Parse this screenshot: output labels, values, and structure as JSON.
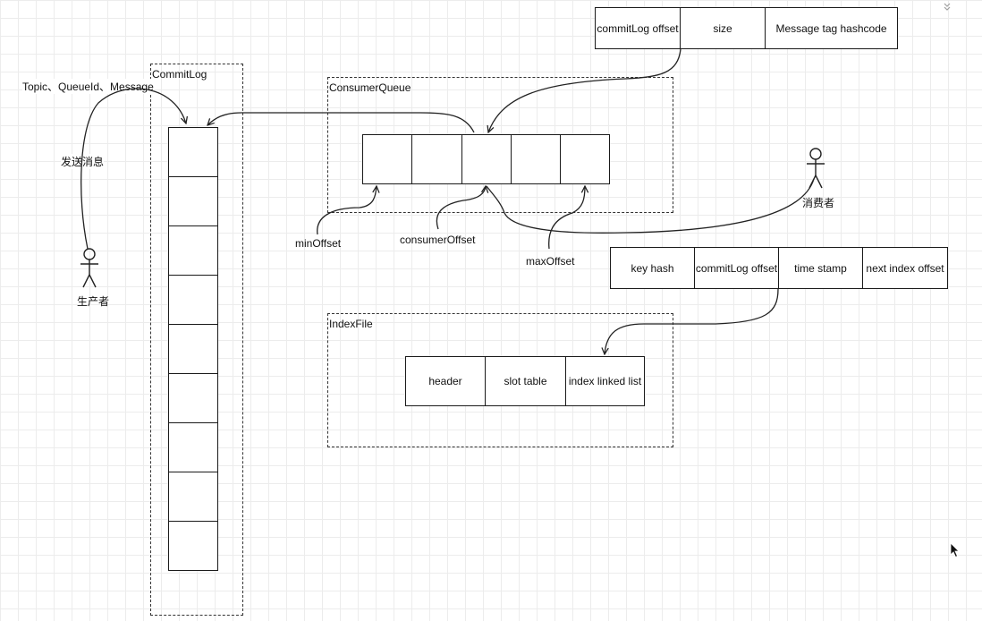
{
  "commitlog": {
    "title": "CommitLog",
    "input_label": "Topic、QueueId、Message",
    "send_label": "发送消息"
  },
  "producer": {
    "label": "生产者"
  },
  "consumer": {
    "label": "消费者"
  },
  "consumer_queue": {
    "title": "ConsumerQueue",
    "offsets": {
      "min": "minOffset",
      "consumer": "consumerOffset",
      "max": "maxOffset"
    }
  },
  "cq_entry": {
    "fields": [
      "commitLog offset",
      "size",
      "Message tag hashcode"
    ]
  },
  "index_entry": {
    "fields": [
      "key hash",
      "commitLog offset",
      "time stamp",
      "next index offset"
    ]
  },
  "index_file": {
    "title": "IndexFile",
    "parts": [
      "header",
      "slot table",
      "index linked list"
    ]
  },
  "ui": {
    "collapse_icon": "double-chevron-down-icon"
  }
}
